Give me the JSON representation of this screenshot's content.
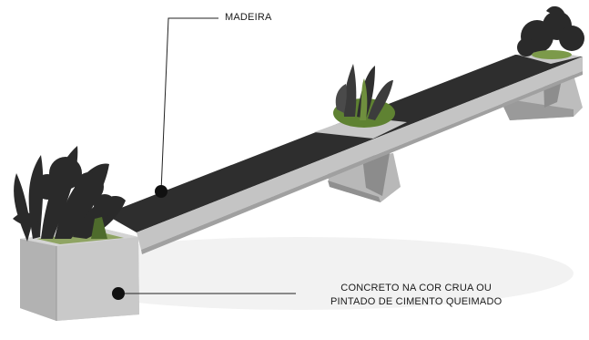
{
  "labels": {
    "wood": "MADEIRA",
    "concrete_line1": "CONCRETO NA COR CRUA  OU",
    "concrete_line2": "PINTADO DE CIMENTO QUEIMADO"
  },
  "colors": {
    "wood_top": "#2e2e2e",
    "concrete_light": "#c9c9c9",
    "concrete_mid": "#a9a9a9",
    "concrete_dark": "#8a8a8a",
    "plant_dark": "#2a2a2a",
    "plant_green": "#6f8f3e",
    "leader_line": "#222222"
  }
}
